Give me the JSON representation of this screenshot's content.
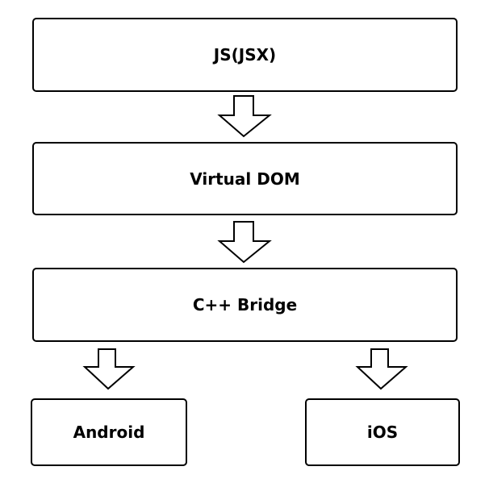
{
  "diagram": {
    "nodes": {
      "jsx": "JS(JSX)",
      "vdom": "Virtual DOM",
      "bridge": "C++ Bridge",
      "android": "Android",
      "ios": "iOS"
    },
    "edges": [
      {
        "from": "JS(JSX)",
        "to": "Virtual DOM"
      },
      {
        "from": "Virtual DOM",
        "to": "C++ Bridge"
      },
      {
        "from": "C++ Bridge",
        "to": "Android"
      },
      {
        "from": "C++ Bridge",
        "to": "iOS"
      }
    ],
    "colors": {
      "stroke": "#000000",
      "fill": "#ffffff"
    }
  }
}
